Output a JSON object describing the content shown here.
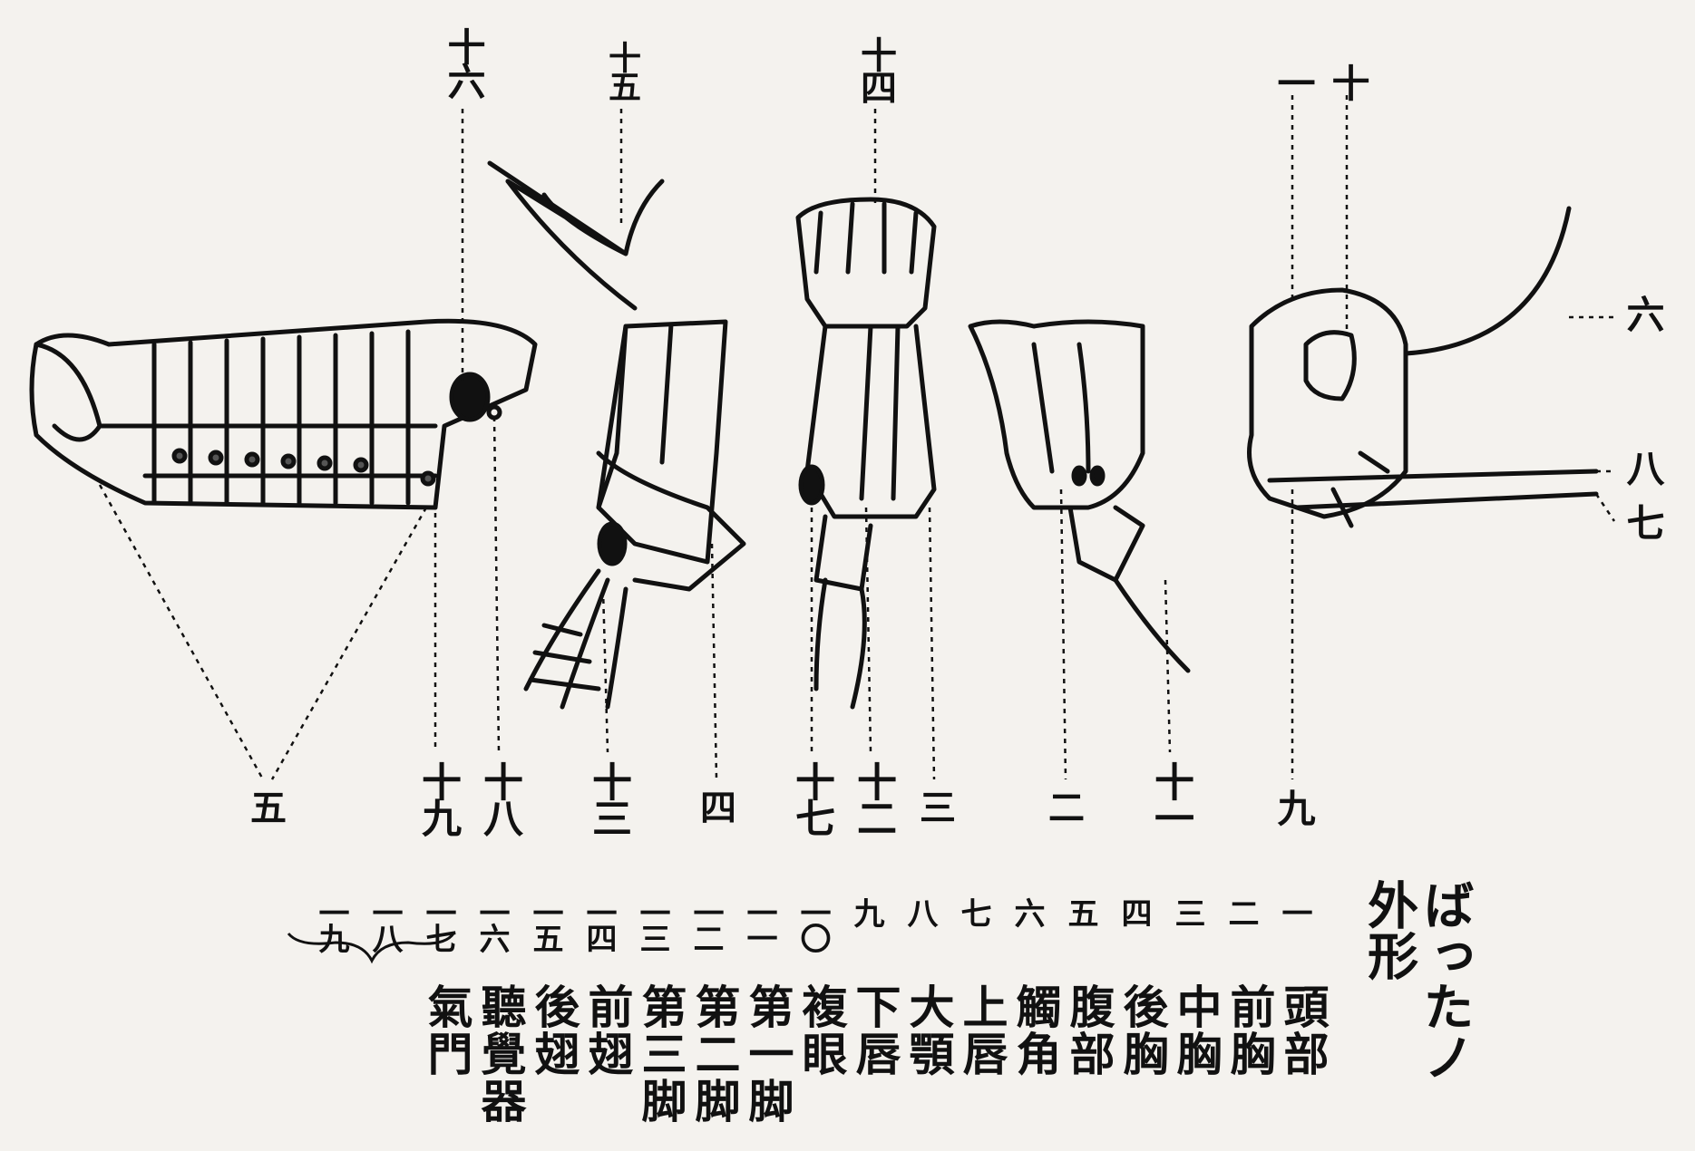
{
  "title": "ばったノ外形",
  "callouts": {
    "top": [
      "十六",
      "十五",
      "十四",
      "一",
      "十"
    ],
    "bottom": [
      "五",
      "十九",
      "十八",
      "十三",
      "四",
      "十七",
      "十二",
      "三",
      "二",
      "十一",
      "九"
    ],
    "side": [
      "六",
      "八",
      "七"
    ]
  },
  "legend": {
    "numbers": [
      "一",
      "二",
      "三",
      "四",
      "五",
      "六",
      "七",
      "八",
      "九",
      "一〇",
      "一一",
      "一二",
      "一三",
      "一四",
      "一五",
      "一六",
      "一七",
      "一八",
      "一九"
    ],
    "labels": [
      "頭部",
      "前胸",
      "中胸",
      "後胸",
      "腹部",
      "觸角",
      "上唇",
      "大顎",
      "下唇",
      "複眼",
      "第一脚",
      "第二脚",
      "第三脚",
      "前翅",
      "後翅",
      "聽覺器",
      "氣門"
    ]
  }
}
